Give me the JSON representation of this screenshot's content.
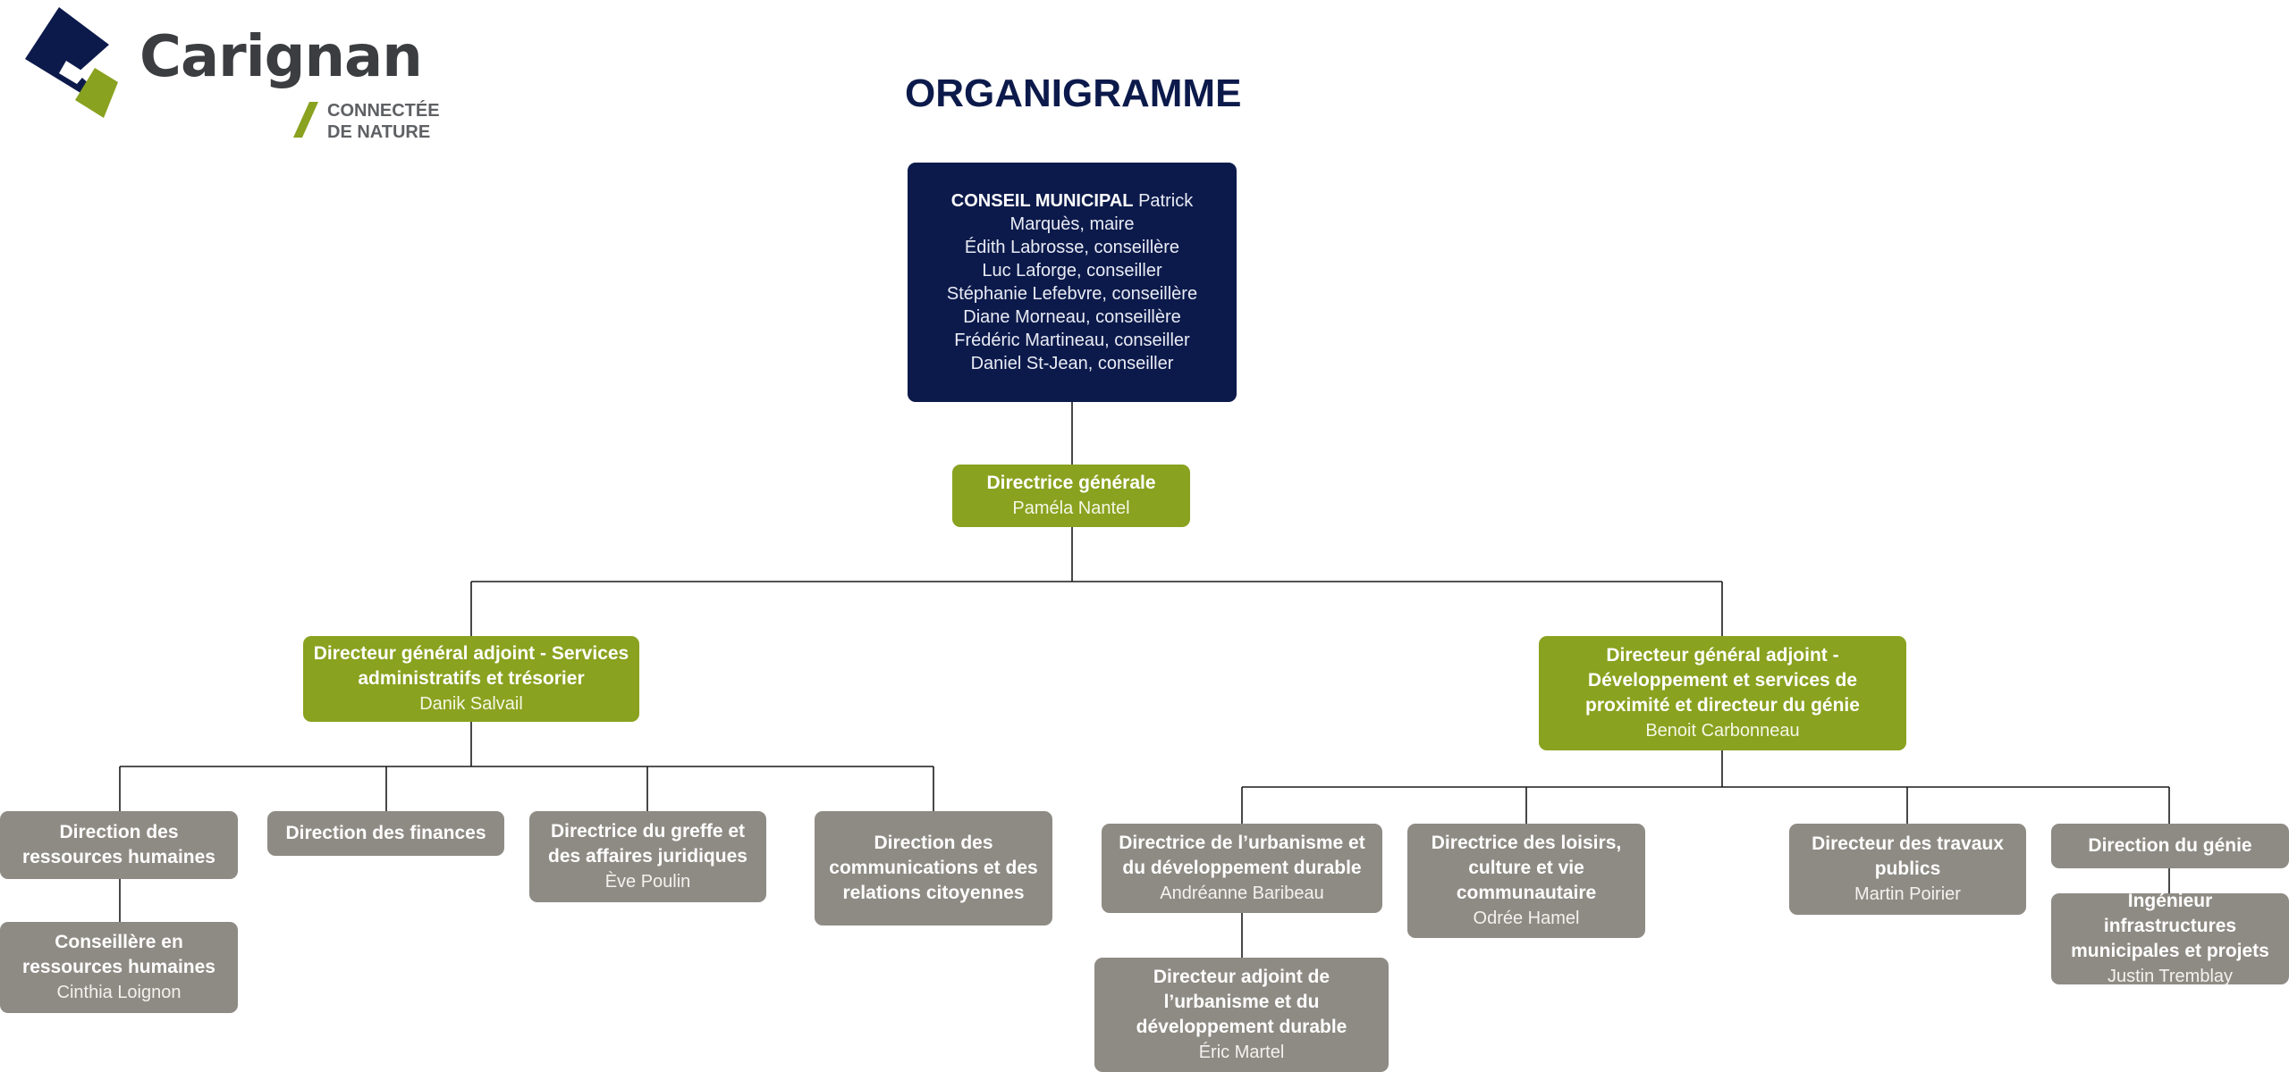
{
  "logo": {
    "name": "Carignan",
    "tagline_line1": "CONNECTÉE",
    "tagline_line2": "DE NATURE"
  },
  "title": "ORGANIGRAMME",
  "council": {
    "heading": "CONSEIL MUNICIPAL",
    "first_member": "Patrick Marquès, maire",
    "members": [
      "Édith Labrosse, conseillère",
      "Luc Laforge, conseiller",
      "Stéphanie Lefebvre, conseillère",
      "Diane Morneau, conseillère",
      "Frédéric Martineau, conseiller",
      "Daniel St-Jean, conseiller"
    ]
  },
  "dg": {
    "title": "Directrice générale",
    "person": "Paméla Nantel"
  },
  "dga_admin": {
    "title": "Directeur général adjoint - Services administratifs et trésorier",
    "person": "Danik Salvail"
  },
  "dga_dev": {
    "title": "Directeur général adjoint - Développement et services de proximité et directeur du génie",
    "person": "Benoit Carbonneau"
  },
  "rh": {
    "title": "Direction des ressources humaines"
  },
  "rh_adviser": {
    "title": "Conseillère en ressources humaines",
    "person": "Cinthia Loignon"
  },
  "finances": {
    "title": "Direction des finances"
  },
  "greffe": {
    "title": "Directrice du greffe et des affaires juridiques",
    "person": "Ève Poulin"
  },
  "communications": {
    "title": "Direction des communications et des relations citoyennes"
  },
  "urbanisme": {
    "title": "Directrice de l’urbanisme et du développement durable",
    "person": "Andréanne Baribeau"
  },
  "urbanisme_adjoint": {
    "title": "Directeur adjoint de l’urbanisme et du développement durable",
    "person": "Éric Martel"
  },
  "loisirs": {
    "title": "Directrice des loisirs, culture et vie communautaire",
    "person": "Odrée Hamel"
  },
  "travaux": {
    "title": "Directeur des travaux publics",
    "person": "Martin Poirier"
  },
  "genie": {
    "title": "Direction du génie"
  },
  "genie_engineer": {
    "title": "Ingénieur infrastructures municipales et projets",
    "person": "Justin Tremblay"
  },
  "colors": {
    "navy": "#0c1a4b",
    "green": "#89a21f",
    "grey": "#8e8b84",
    "connector": "#1a1a1a"
  }
}
